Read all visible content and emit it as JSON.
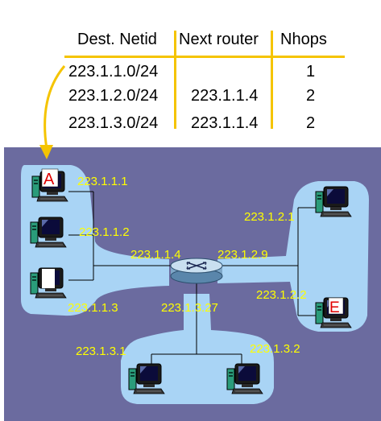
{
  "table": {
    "headers": [
      "Dest. Netid",
      "Next router",
      "Nhops"
    ],
    "rows": [
      [
        "223.1.1.0/24",
        "",
        "1"
      ],
      [
        "223.1.2.0/24",
        "223.1.1.4",
        "2"
      ],
      [
        "223.1.3.0/24",
        "223.1.1.4",
        "2"
      ]
    ]
  },
  "hosts": {
    "a_label": "A",
    "e_label": "E"
  },
  "interfaces": {
    "h1": "223.1.1.1",
    "h2": "223.1.1.2",
    "h3": "223.1.1.3",
    "r1": "223.1.1.4",
    "r2": "223.1.2.9",
    "r3": "223.1.3.27",
    "h21": "223.1.2.1",
    "h22": "223.1.2.2",
    "h31": "223.1.3.1",
    "h32": "223.1.3.2"
  },
  "colors": {
    "table_lines": "#f5c400",
    "network_bg": "#6b6b9f",
    "subnet_fill": "#a9d4f5",
    "ip_text": "#ffff00",
    "arrow": "#f5c400",
    "host_label": "#e00000"
  }
}
